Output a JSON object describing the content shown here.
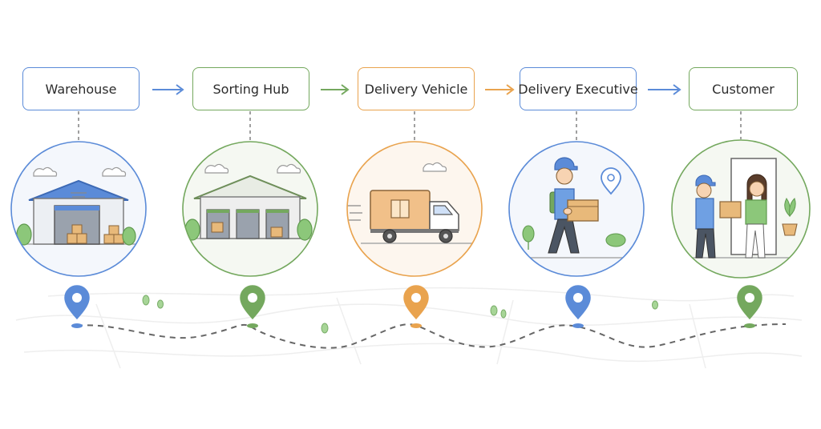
{
  "steps": [
    {
      "label": "Warehouse",
      "color": "#5b8bd8"
    },
    {
      "label": "Sorting Hub",
      "color": "#74a85e"
    },
    {
      "label": "Delivery Vehicle",
      "color": "#e9a34e"
    },
    {
      "label": "Delivery Executive",
      "color": "#5b8bd8"
    },
    {
      "label": "Customer",
      "color": "#74a85e"
    }
  ],
  "arrow_colors": [
    "#5b8bd8",
    "#74a85e",
    "#e9a34e",
    "#5b8bd8"
  ],
  "palette": {
    "blue": "#5b8bd8",
    "green": "#74a85e",
    "orange": "#e9a34e",
    "box_brown": "#e8b97a",
    "grey_ink": "#555555",
    "plant_green": "#8cc77a"
  },
  "icons": [
    "warehouse-icon",
    "sorting-hub-icon",
    "delivery-truck-icon",
    "delivery-executive-icon",
    "customer-handoff-icon",
    "map-pin-icon"
  ]
}
